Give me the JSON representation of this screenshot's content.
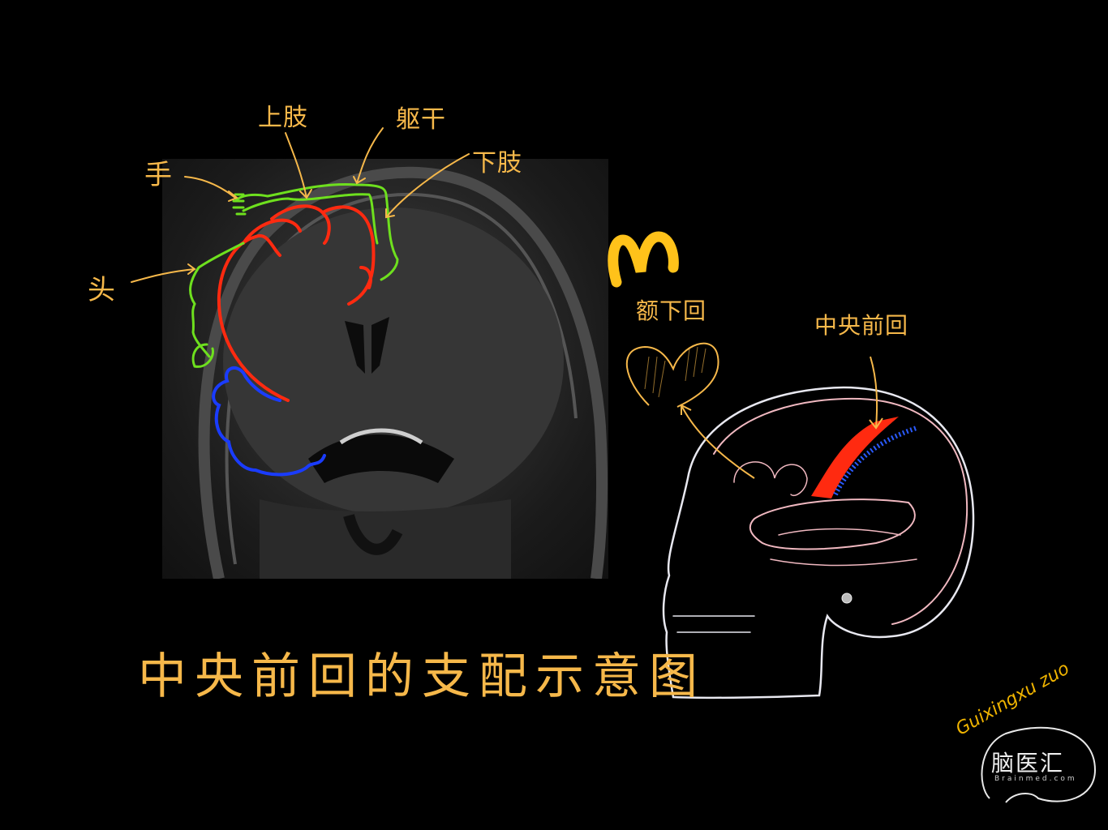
{
  "figure": {
    "title": "中央前回的支配示意图",
    "accent_color": "#f6b84a",
    "background": "#000000"
  },
  "mri_panel": {
    "description": "coronal MRI slice with homunculus overlay",
    "labels": [
      {
        "id": "hand",
        "text": "手"
      },
      {
        "id": "upper-limb",
        "text": "上肢"
      },
      {
        "id": "trunk",
        "text": "躯干"
      },
      {
        "id": "lower-limb",
        "text": "下肢"
      },
      {
        "id": "head",
        "text": "头"
      }
    ],
    "overlay_colors": {
      "homunculus": "#6ee01e",
      "precentral_gyrus": "#ff2a10",
      "temporal_lobe": "#1a3cff"
    }
  },
  "lateral_panel": {
    "m_logo": "M",
    "label_ifg": "额下回",
    "label_precentral": "中央前回",
    "colors": {
      "skull": "#e8e8f0",
      "brain": "#f0b8c0",
      "precentral_highlight": "#ff2a10",
      "postcentral_hatch": "#2a5aff",
      "ifg_hatch": "#c9a53a",
      "m_logo": "#ffc21a"
    }
  },
  "watermark": {
    "signature": "Guixingxu zuo",
    "brand": "脑医汇",
    "domain": "Brainmed.com"
  }
}
